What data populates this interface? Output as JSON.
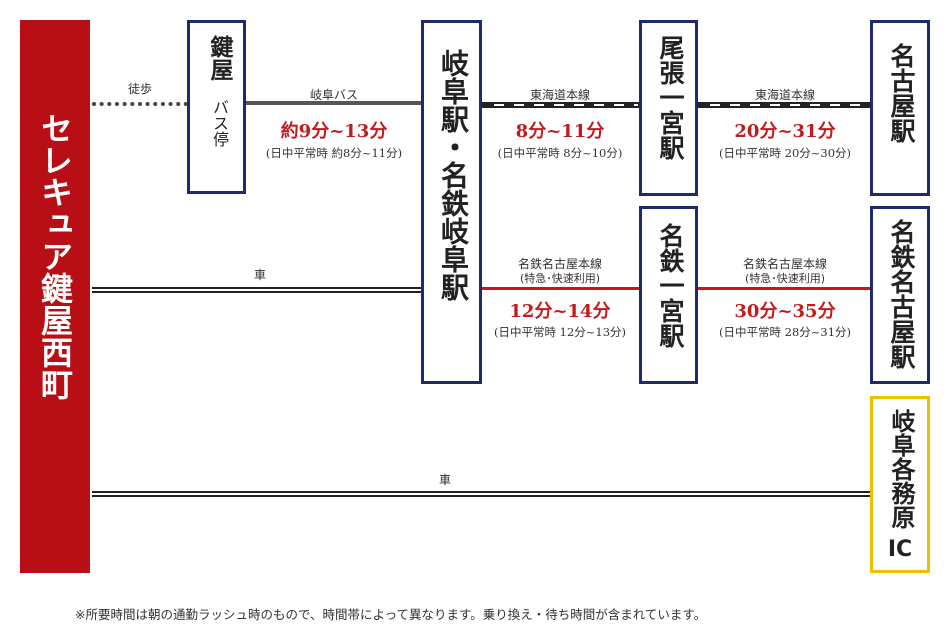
{
  "origin": {
    "name": "セレキュア鍵屋西町"
  },
  "stations": {
    "kagiya_bus": {
      "line1": "鍵屋",
      "line2": "バス停"
    },
    "gifu": {
      "name": "岐阜駅・名鉄岐阜駅"
    },
    "owari": {
      "name": "尾張一宮駅"
    },
    "meitetsu_ichinomiya": {
      "name": "名鉄一宮駅"
    },
    "nagoya": {
      "name": "名古屋駅"
    },
    "meitetsu_nagoya": {
      "name": "名鉄名古屋駅"
    },
    "ic": {
      "name": "岐阜各務原",
      "suffix": "IC"
    }
  },
  "routes": {
    "walk": {
      "label": "徒歩"
    },
    "bus": {
      "label": "岐阜バス",
      "time": "約9分~13分",
      "sub": "(日中平常時 約8分~11分)"
    },
    "tokaido1": {
      "label": "東海道本線",
      "time": "8分~11分",
      "sub": "(日中平常時 8分~10分)"
    },
    "tokaido2": {
      "label": "東海道本線",
      "time": "20分~31分",
      "sub": "(日中平常時 20分~30分)"
    },
    "car1": {
      "label": "車"
    },
    "meitetsu1": {
      "label": "名鉄名古屋本線",
      "label2": "(特急･快速利用)",
      "time": "12分~14分",
      "sub": "(日中平常時 12分~13分)"
    },
    "meitetsu2": {
      "label": "名鉄名古屋本線",
      "label2": "(特急･快速利用)",
      "time": "30分~35分",
      "sub": "(日中平常時 28分~31分)"
    },
    "car2": {
      "label": "車"
    }
  },
  "note": "※所要時間は朝の通勤ラッシュ時のもので、時間帯によって異なります。乗り換え・待ち時間が含まれています。",
  "colors": {
    "origin": "#b80f17",
    "station_border": "#1f2a6e",
    "ic_border": "#f0c000",
    "meitetsu_line": "#d3101a",
    "time_text": "#c11c1c"
  }
}
